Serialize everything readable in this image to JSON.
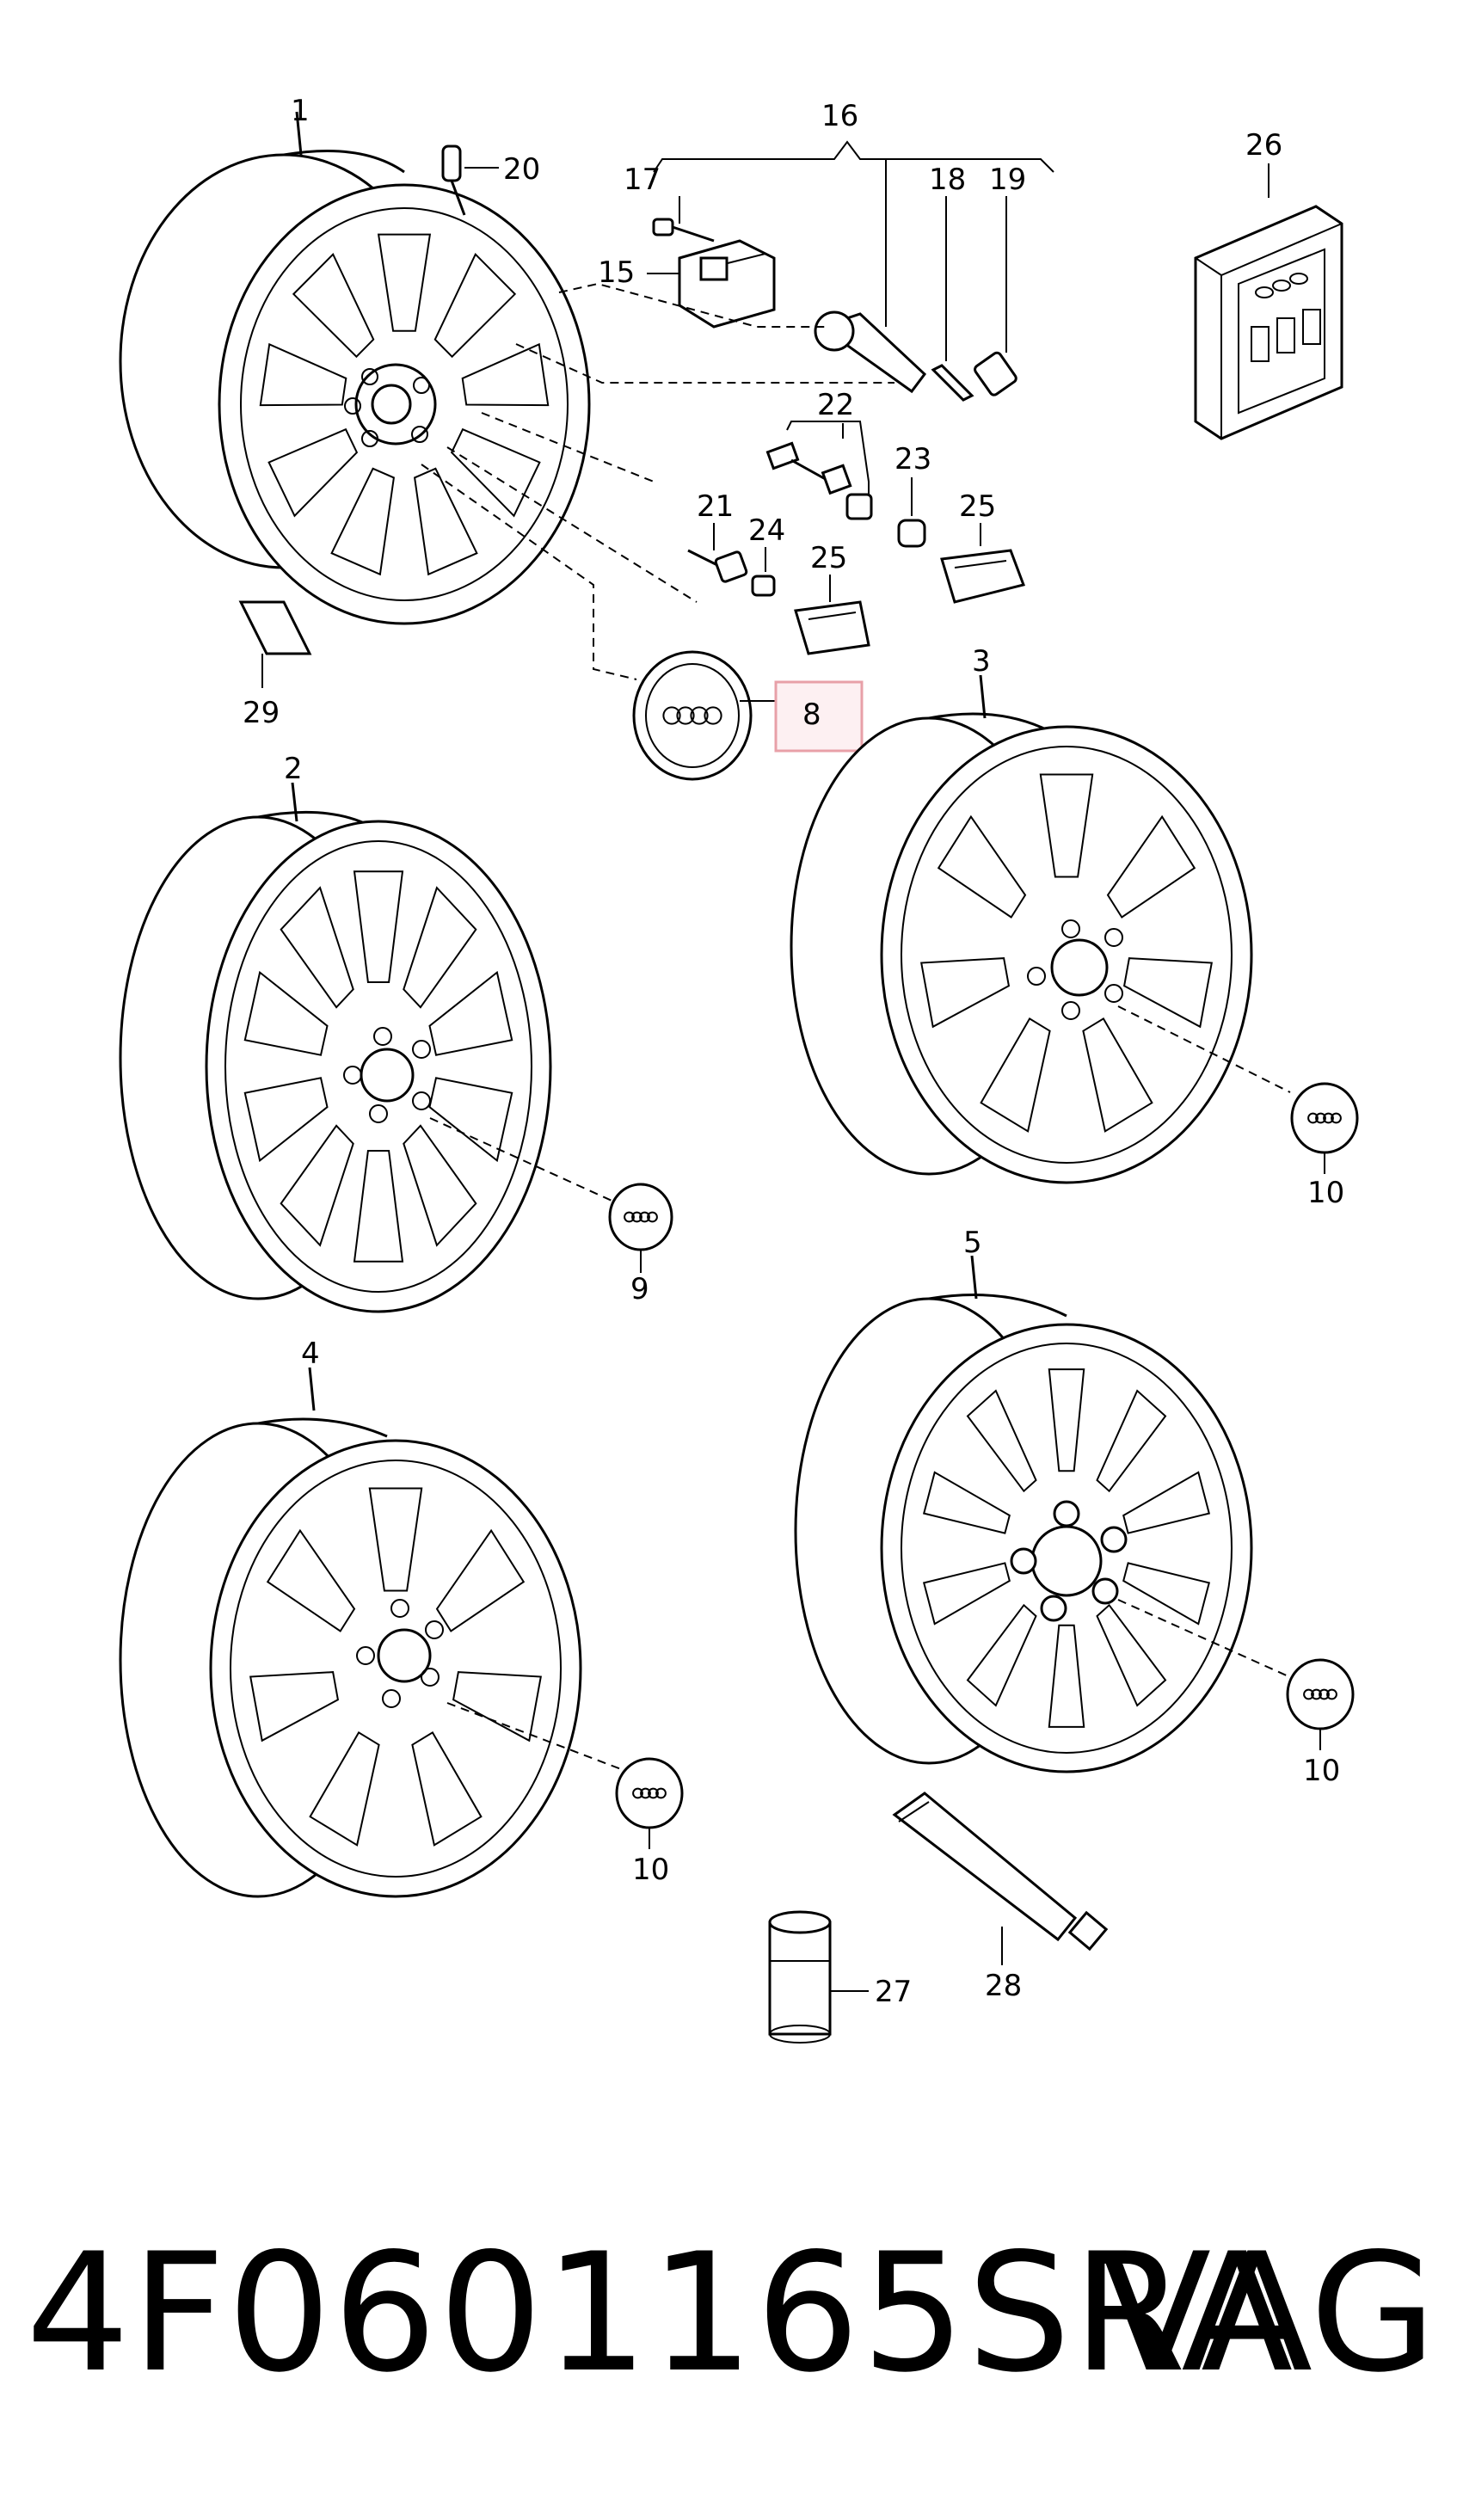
{
  "callouts": {
    "c1": "1",
    "c2": "2",
    "c3": "3",
    "c4": "4",
    "c5": "5",
    "c8": "8",
    "c9": "9",
    "c10a": "10",
    "c10b": "10",
    "c10c": "10",
    "c15": "15",
    "c16": "16",
    "c17": "17",
    "c18": "18",
    "c19": "19",
    "c20": "20",
    "c21": "21",
    "c22": "22",
    "c23": "23",
    "c24": "24",
    "c25a": "25",
    "c25b": "25",
    "c26": "26",
    "c27": "27",
    "c28": "28",
    "c29": "29"
  },
  "highlight": {
    "color": "#e8a0a8",
    "fill": "#fdf0f2",
    "label": "8"
  },
  "caption": {
    "part_number": "4F0601165SRA",
    "brand": "VAG"
  }
}
